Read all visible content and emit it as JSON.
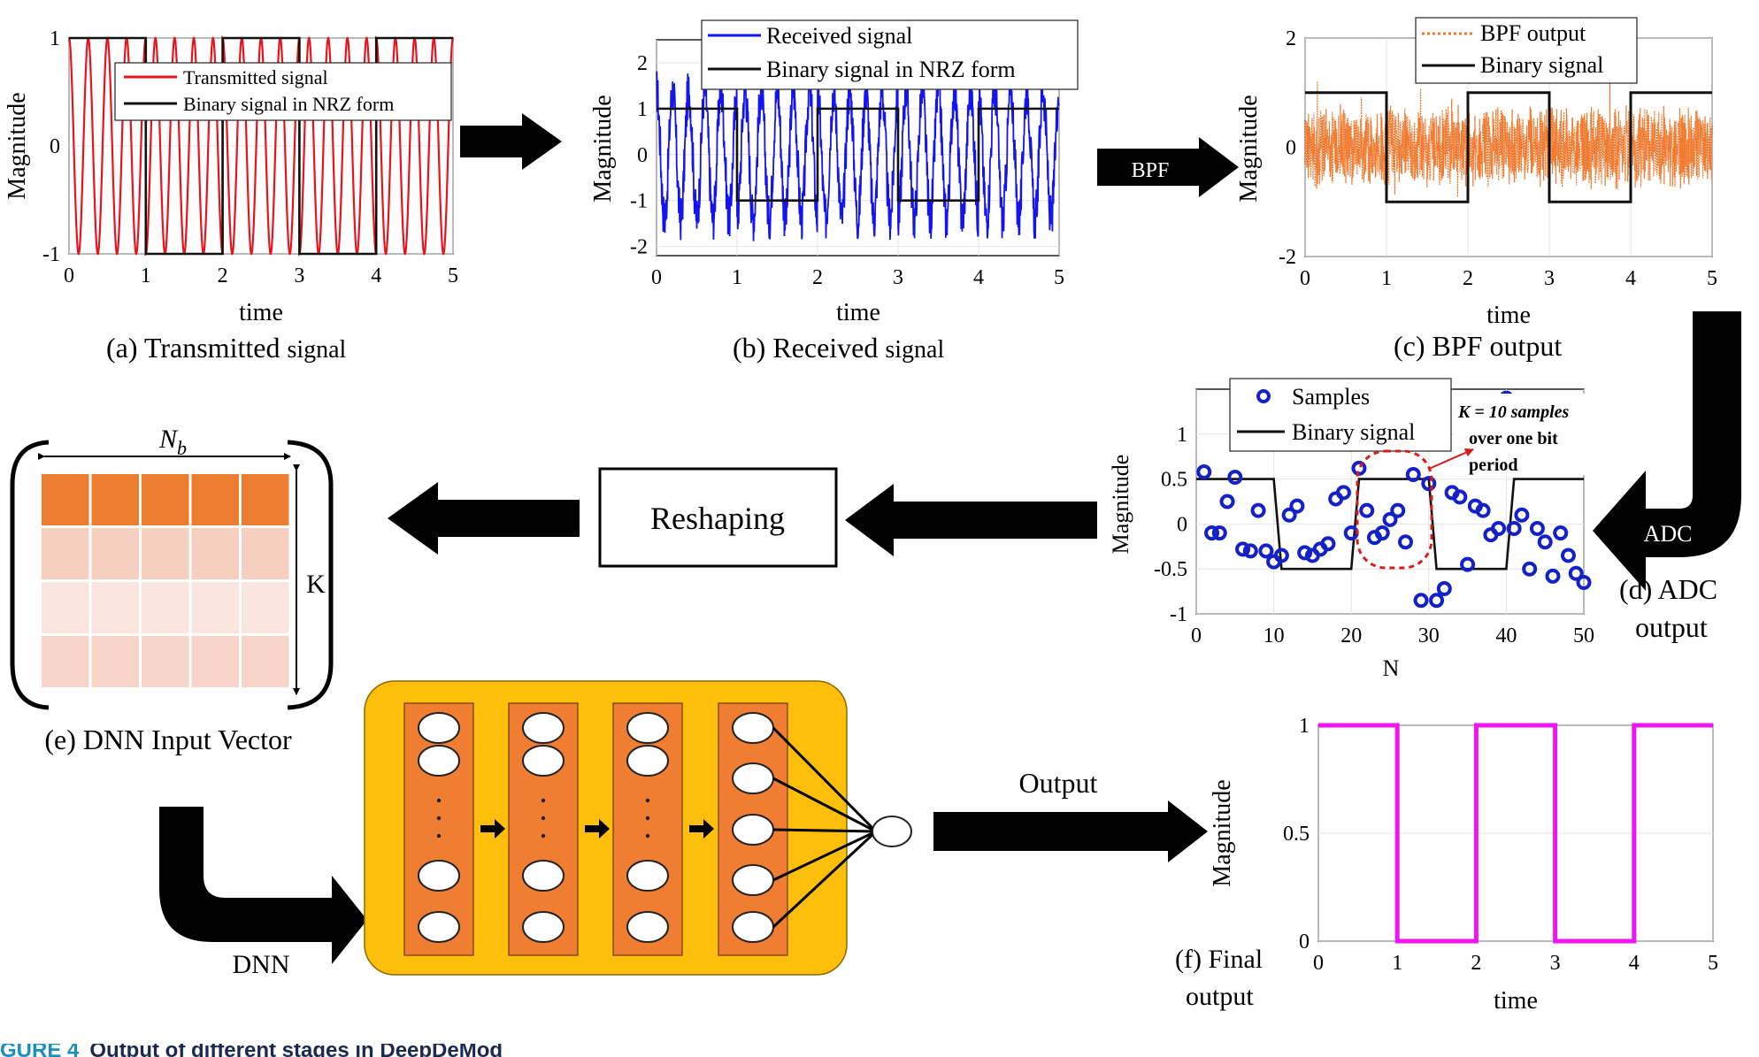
{
  "colors": {
    "transmitted": "#e8141c",
    "received": "#1414ee",
    "bpf": "#f07a30",
    "binary": "#111111",
    "samples": "#1420c8",
    "final": "#f014f0",
    "annot": "#d81c1c",
    "dnn_bg": "#fdbf0c",
    "layer": "#ef7e32",
    "matrix_top": "#ed7d31",
    "matrix_rows": [
      "#f6cfc0",
      "#fae6df",
      "#f6d5c8"
    ]
  },
  "flow_labels": {
    "bpf": "BPF",
    "adc": "ADC",
    "reshaping": "Reshaping",
    "dnn": "DNN",
    "output": "Output"
  },
  "figure_caption": {
    "label": "GURE 4",
    "text": "Output of different stages in DeepDeMod"
  },
  "panels": {
    "a": {
      "caption_main": "(a) Transmitted",
      "caption_small": "signal",
      "ylabel": "Magnitude",
      "xlabel": "time",
      "legend": [
        "Transmitted signal",
        "Binary signal in NRZ form"
      ]
    },
    "b": {
      "caption_main": "(b) Received",
      "caption_small": "signal",
      "ylabel": "Magnitude",
      "xlabel": "time",
      "legend": [
        "Received signal",
        "Binary signal in NRZ form"
      ]
    },
    "c": {
      "caption": "(c) BPF output",
      "ylabel": "Magnitude",
      "xlabel": "time",
      "legend": [
        "BPF output",
        "Binary signal"
      ]
    },
    "d": {
      "caption_line1": "(d) ADC",
      "caption_line2": "output",
      "ylabel": "Magnitude",
      "xlabel": "N",
      "legend": [
        "Samples",
        "Binary signal"
      ],
      "annotation": [
        "K = 10 samples",
        "over one bit",
        "period"
      ]
    },
    "e": {
      "caption": "(e) DNN Input Vector",
      "width_label": "N",
      "width_sub": "b",
      "height_label": "K"
    },
    "f": {
      "caption_line1": "(f) Final",
      "caption_line2": "output",
      "ylabel": "Magnitude",
      "xlabel": "time"
    }
  },
  "chart_data": [
    {
      "id": "a",
      "type": "line",
      "xlim": [
        0,
        5
      ],
      "ylim": [
        -1,
        1
      ],
      "xticks": [
        0,
        1,
        2,
        3,
        4,
        5
      ],
      "yticks": [
        -1,
        0,
        1
      ],
      "bits": [
        1,
        -1,
        1,
        -1,
        1
      ],
      "series": [
        {
          "name": "Transmitted signal",
          "kind": "carrier",
          "cycles_per_bit": 4,
          "amplitude": 1
        },
        {
          "name": "Binary signal in NRZ form",
          "kind": "nrz",
          "levels": [
            1,
            -1,
            1,
            -1,
            1
          ]
        }
      ]
    },
    {
      "id": "b",
      "type": "line",
      "xlim": [
        0,
        5
      ],
      "ylim": [
        -2.2,
        2.5
      ],
      "xticks": [
        0,
        1,
        2,
        3,
        4,
        5
      ],
      "yticks": [
        -2,
        -1,
        0,
        1,
        2
      ],
      "bits": [
        1,
        -1,
        1,
        -1,
        1
      ],
      "series": [
        {
          "name": "Received signal",
          "kind": "noisy-carrier",
          "cycles_per_bit": 5,
          "amplitude": 1.4,
          "noise": 0.5
        },
        {
          "name": "Binary signal in NRZ form",
          "kind": "nrz",
          "levels": [
            1,
            -1,
            1,
            -1,
            1
          ]
        }
      ]
    },
    {
      "id": "c",
      "type": "line",
      "xlim": [
        0,
        5
      ],
      "ylim": [
        -2,
        2
      ],
      "xticks": [
        0,
        1,
        2,
        3,
        4,
        5
      ],
      "yticks": [
        -2,
        0,
        2
      ],
      "bits": [
        1,
        -1,
        1,
        -1,
        1
      ],
      "series": [
        {
          "name": "BPF output",
          "kind": "noise",
          "amplitude": 0.8
        },
        {
          "name": "Binary signal",
          "kind": "nrz",
          "levels": [
            1,
            -1,
            1,
            -1,
            1
          ]
        }
      ]
    },
    {
      "id": "d",
      "type": "scatter",
      "xlim": [
        0,
        50
      ],
      "ylim": [
        -1,
        1.5
      ],
      "xticks": [
        0,
        10,
        20,
        30,
        40,
        50
      ],
      "yticks": [
        -1,
        -0.5,
        0,
        0.5,
        1
      ],
      "series": [
        {
          "name": "Samples",
          "x": [
            1,
            2,
            3,
            4,
            5,
            6,
            7,
            8,
            9,
            10,
            11,
            12,
            13,
            14,
            15,
            16,
            17,
            18,
            19,
            20,
            21,
            22,
            23,
            24,
            25,
            26,
            27,
            28,
            29,
            30,
            31,
            32,
            33,
            34,
            35,
            36,
            37,
            38,
            39,
            40,
            41,
            42,
            43,
            44,
            45,
            46,
            47,
            48,
            49,
            50
          ],
          "y": [
            0.58,
            -0.1,
            -0.1,
            0.25,
            0.52,
            -0.28,
            -0.3,
            0.15,
            -0.3,
            -0.42,
            -0.35,
            0.1,
            0.2,
            -0.32,
            -0.35,
            -0.28,
            -0.22,
            0.28,
            0.35,
            -0.1,
            0.62,
            0.15,
            -0.15,
            -0.1,
            0.05,
            0.15,
            -0.2,
            0.55,
            -0.85,
            0.45,
            -0.85,
            -0.72,
            0.35,
            0.3,
            -0.45,
            0.2,
            0.15,
            -0.12,
            -0.05,
            1.4,
            -0.05,
            0.1,
            -0.5,
            -0.05,
            -0.2,
            -0.58,
            -0.1,
            -0.35,
            -0.55,
            -0.65
          ]
        },
        {
          "name": "Binary signal",
          "kind": "nrz-trapezoid",
          "levels": [
            0.5,
            -0.5,
            0.5,
            -0.5,
            0.5
          ],
          "bit_len": 10
        }
      ]
    },
    {
      "id": "f",
      "type": "line",
      "xlim": [
        0,
        5
      ],
      "ylim": [
        0,
        1
      ],
      "xticks": [
        0,
        1,
        2,
        3,
        4,
        5
      ],
      "yticks": [
        0,
        0.5,
        1
      ],
      "series": [
        {
          "name": "",
          "kind": "nrz",
          "levels": [
            1,
            0,
            1,
            0,
            1
          ]
        }
      ]
    }
  ]
}
